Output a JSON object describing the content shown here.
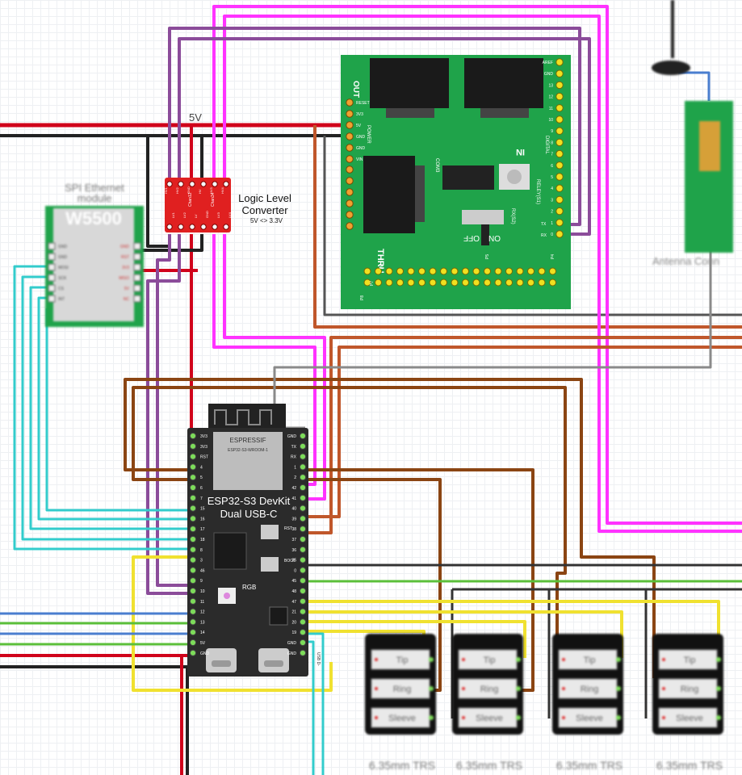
{
  "power": {
    "v5_label": "5V"
  },
  "logic_level": {
    "title_line1": "Logic Level",
    "title_line2": "Converter",
    "subtitle": "5V <> 3.3V",
    "pins_top": [
      "HV1",
      "HV2",
      "GND",
      "HV",
      "HV3",
      "HV4"
    ],
    "pins_bottom": [
      "LV1",
      "LV2",
      "LV",
      "GND",
      "LV3",
      "LV4"
    ],
    "channels": [
      "Chan12",
      "Chan34"
    ]
  },
  "ethernet": {
    "title_line1": "SPI Ethernet",
    "title_line2": "module",
    "chip": "W5500",
    "pins_left": [
      "GND",
      "GND",
      "MOSI",
      "SCK",
      "CS",
      "INT"
    ],
    "pins_right": [
      "GND",
      "RST",
      "3V3",
      "MISO",
      "5V",
      "NC"
    ]
  },
  "midi_shield": {
    "out_label": "OUT",
    "in_label": "IN",
    "thru_label": "THRU",
    "power_pins": [
      "RESET",
      "3V3",
      "5V",
      "GND",
      "GND",
      "VIN"
    ],
    "power_label": "POWER",
    "digital_pins": [
      "AREF",
      "GND",
      "13",
      "12",
      "11",
      "10",
      "9",
      "8",
      "7",
      "6",
      "5",
      "4",
      "3",
      "2",
      "1",
      "0"
    ],
    "digital_label": "DIGITAL",
    "rx_label": "RX(S2)",
    "tx_label": "TX",
    "rx2_label": "RX",
    "off_label": "OFF",
    "on_label": "ON",
    "led_label": "RELEY(S1)",
    "com_label": "COM3",
    "bottom_labels": [
      "P8",
      "P7",
      "P6",
      "P5",
      "P4",
      "P3",
      "P9",
      "P10"
    ]
  },
  "antenna": {
    "label": "Antenna Conn"
  },
  "esp32": {
    "brand": "ESPRESSIF",
    "module": "ESP32-S3-WROOM-1",
    "title_line1": "ESP32-S3 DevKit",
    "title_line2": "Dual USB-C",
    "rgb_label": "RGB",
    "rst_label": "RST",
    "boot_label": "BOOT",
    "left_pins": [
      "3V3",
      "3V3",
      "RST",
      "4",
      "5",
      "6",
      "7",
      "15",
      "16",
      "17",
      "18",
      "8",
      "3",
      "46",
      "9",
      "10",
      "11",
      "12",
      "13",
      "14",
      "5V",
      "GND"
    ],
    "right_pins": [
      "GND",
      "TX",
      "RX",
      "1",
      "2",
      "42",
      "41",
      "40",
      "39",
      "38",
      "37",
      "36",
      "35",
      "0",
      "45",
      "48",
      "47",
      "21",
      "20",
      "19",
      "GND",
      "GND"
    ],
    "usb_label": "USB D-"
  },
  "jacks": [
    {
      "label": "6.35mm TRS",
      "tip": "Tip",
      "ring": "Ring",
      "sleeve": "Sleeve"
    },
    {
      "label": "6.35mm TRS",
      "tip": "Tip",
      "ring": "Ring",
      "sleeve": "Sleeve"
    },
    {
      "label": "6.35mm TRS",
      "tip": "Tip",
      "ring": "Ring",
      "sleeve": "Sleeve"
    },
    {
      "label": "6.35mm TRS",
      "tip": "Tip",
      "ring": "Ring",
      "sleeve": "Sleeve"
    }
  ],
  "colors": {
    "red": "#d0021b",
    "black": "#222222",
    "magenta": "#ff33ff",
    "purple": "#8b4c9a",
    "brown": "#8b4513",
    "orange_brown": "#c0572b",
    "cyan": "#33cccc",
    "blue": "#4a7ecf",
    "green": "#5bbf3a",
    "yellow": "#f0e130",
    "gray": "#8a8a8a",
    "board_green": "#1fa34a",
    "board_black": "#2b2b2b",
    "converter_red": "#e02020"
  }
}
